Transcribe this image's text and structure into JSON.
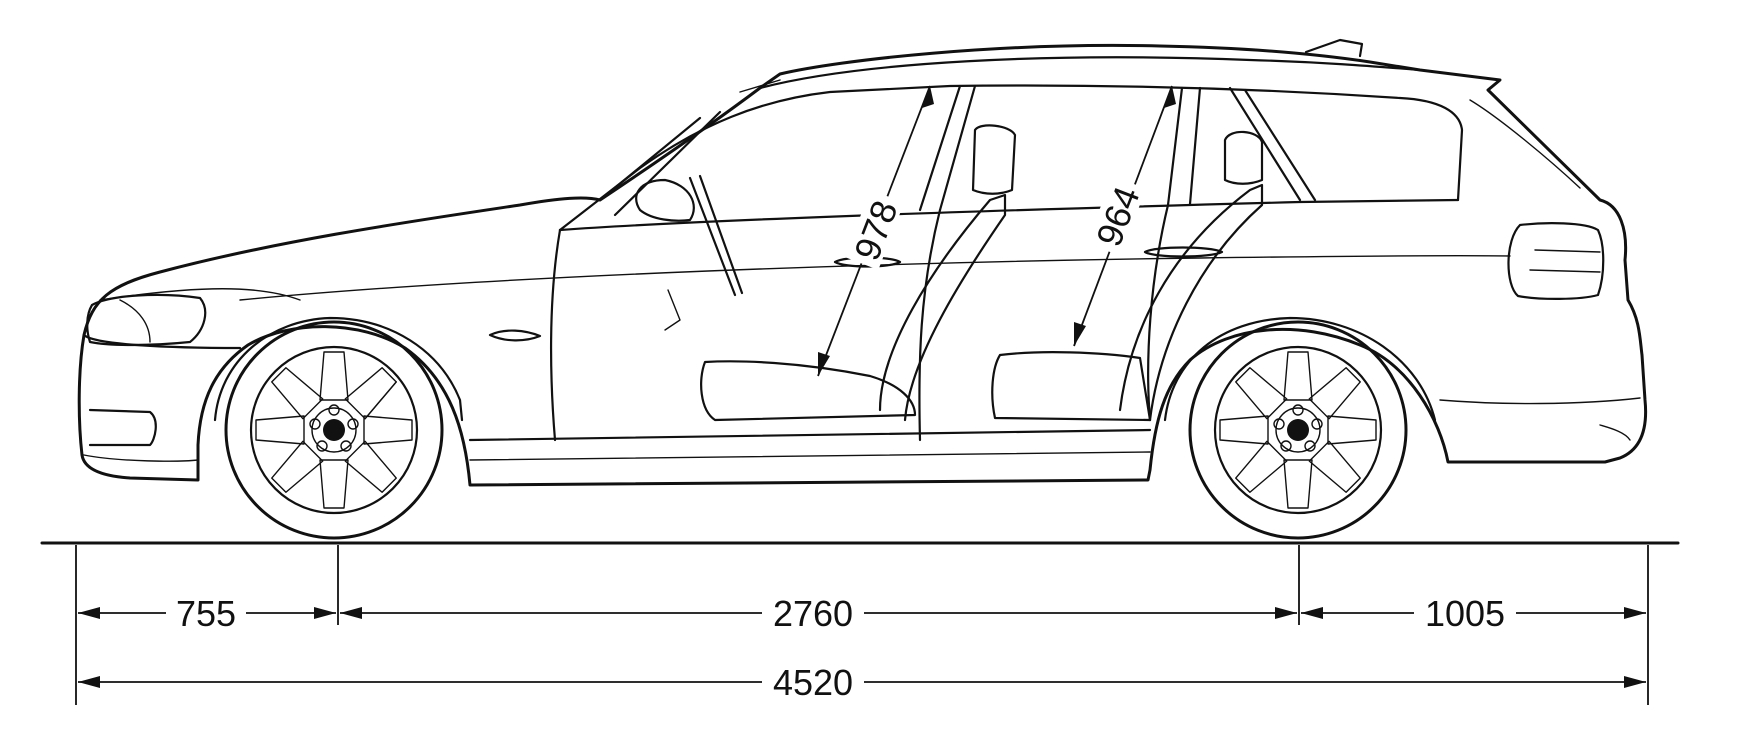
{
  "dimensions": {
    "front_overhang": "755",
    "wheelbase": "2760",
    "rear_overhang": "1005",
    "overall_length": "4520",
    "front_headroom": "978",
    "rear_headroom": "964"
  }
}
